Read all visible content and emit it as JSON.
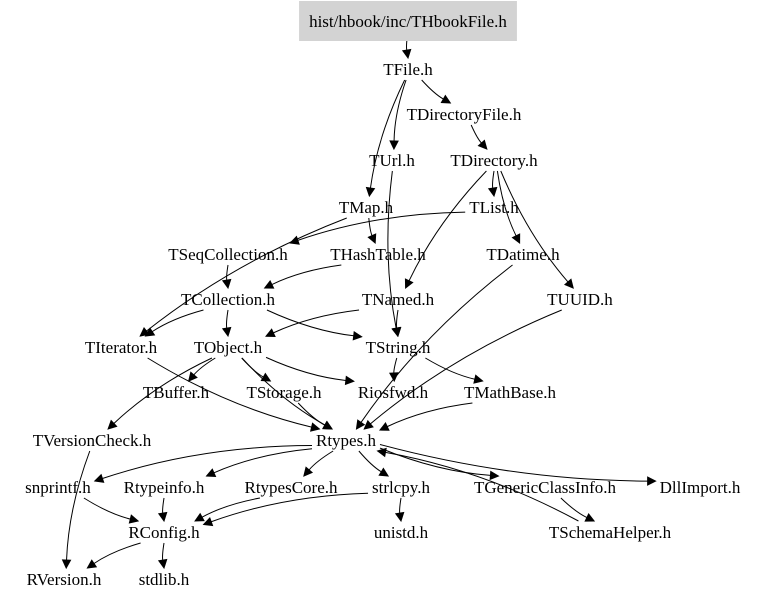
{
  "diagram": {
    "root_fill": "#d3d3d3",
    "node_text_color": "#000000",
    "edge_color": "#000000",
    "nodes": [
      {
        "id": "root",
        "label": "hist/hbook/inc/THbookFile.h",
        "highlight": true
      },
      {
        "id": "tfile",
        "label": "TFile.h"
      },
      {
        "id": "tdirectoryfile",
        "label": "TDirectoryFile.h"
      },
      {
        "id": "turl",
        "label": "TUrl.h"
      },
      {
        "id": "tdirectory",
        "label": "TDirectory.h"
      },
      {
        "id": "tmap",
        "label": "TMap.h"
      },
      {
        "id": "tlist",
        "label": "TList.h"
      },
      {
        "id": "tseqcollection",
        "label": "TSeqCollection.h"
      },
      {
        "id": "thashtable",
        "label": "THashTable.h"
      },
      {
        "id": "tdatime",
        "label": "TDatime.h"
      },
      {
        "id": "tcollection",
        "label": "TCollection.h"
      },
      {
        "id": "tnamed",
        "label": "TNamed.h"
      },
      {
        "id": "tuuid",
        "label": "TUUID.h"
      },
      {
        "id": "titerator",
        "label": "TIterator.h"
      },
      {
        "id": "tobject",
        "label": "TObject.h"
      },
      {
        "id": "tstring",
        "label": "TString.h"
      },
      {
        "id": "tbuffer",
        "label": "TBuffer.h"
      },
      {
        "id": "tstorage",
        "label": "TStorage.h"
      },
      {
        "id": "riosfwd",
        "label": "Riosfwd.h"
      },
      {
        "id": "tmathbase",
        "label": "TMathBase.h"
      },
      {
        "id": "tversioncheck",
        "label": "TVersionCheck.h"
      },
      {
        "id": "rtypes",
        "label": "Rtypes.h"
      },
      {
        "id": "snprintf",
        "label": "snprintf.h"
      },
      {
        "id": "rtypeinfo",
        "label": "Rtypeinfo.h"
      },
      {
        "id": "rtypescore",
        "label": "RtypesCore.h"
      },
      {
        "id": "strlcpy",
        "label": "strlcpy.h"
      },
      {
        "id": "tgenericclassinfo",
        "label": "TGenericClassInfo.h"
      },
      {
        "id": "dllimport",
        "label": "DllImport.h"
      },
      {
        "id": "rconfig",
        "label": "RConfig.h"
      },
      {
        "id": "unistd",
        "label": "unistd.h"
      },
      {
        "id": "tschemahelper",
        "label": "TSchemaHelper.h"
      },
      {
        "id": "rversion",
        "label": "RVersion.h"
      },
      {
        "id": "stdlib",
        "label": "stdlib.h"
      }
    ],
    "edges": [
      {
        "from": "root",
        "to": "tfile"
      },
      {
        "from": "tfile",
        "to": "tdirectoryfile"
      },
      {
        "from": "tfile",
        "to": "turl"
      },
      {
        "from": "tfile",
        "to": "tmap"
      },
      {
        "from": "tdirectoryfile",
        "to": "tdirectory"
      },
      {
        "from": "tdirectory",
        "to": "tlist"
      },
      {
        "from": "tdirectory",
        "to": "tdatime"
      },
      {
        "from": "tdirectory",
        "to": "tuuid"
      },
      {
        "from": "tdirectory",
        "to": "tnamed"
      },
      {
        "from": "turl",
        "to": "tstring"
      },
      {
        "from": "tmap",
        "to": "thashtable"
      },
      {
        "from": "tmap",
        "to": "titerator"
      },
      {
        "from": "tlist",
        "to": "tseqcollection"
      },
      {
        "from": "tseqcollection",
        "to": "tcollection"
      },
      {
        "from": "thashtable",
        "to": "tcollection"
      },
      {
        "from": "tcollection",
        "to": "titerator"
      },
      {
        "from": "tcollection",
        "to": "tobject"
      },
      {
        "from": "tcollection",
        "to": "tstring"
      },
      {
        "from": "tnamed",
        "to": "tobject"
      },
      {
        "from": "tnamed",
        "to": "tstring"
      },
      {
        "from": "tdatime",
        "to": "rtypes"
      },
      {
        "from": "tuuid",
        "to": "rtypes"
      },
      {
        "from": "titerator",
        "to": "rtypes"
      },
      {
        "from": "tobject",
        "to": "tbuffer"
      },
      {
        "from": "tobject",
        "to": "tstorage"
      },
      {
        "from": "tobject",
        "to": "riosfwd"
      },
      {
        "from": "tobject",
        "to": "tversioncheck"
      },
      {
        "from": "tobject",
        "to": "rtypes"
      },
      {
        "from": "tstring",
        "to": "riosfwd"
      },
      {
        "from": "tstring",
        "to": "tmathbase"
      },
      {
        "from": "tstorage",
        "to": "rtypes"
      },
      {
        "from": "tmathbase",
        "to": "rtypes"
      },
      {
        "from": "tversioncheck",
        "to": "rversion"
      },
      {
        "from": "rtypes",
        "to": "snprintf"
      },
      {
        "from": "rtypes",
        "to": "rtypeinfo"
      },
      {
        "from": "rtypes",
        "to": "rtypescore"
      },
      {
        "from": "rtypes",
        "to": "strlcpy"
      },
      {
        "from": "rtypes",
        "to": "tgenericclassinfo"
      },
      {
        "from": "rtypes",
        "to": "dllimport"
      },
      {
        "from": "snprintf",
        "to": "rconfig"
      },
      {
        "from": "rtypeinfo",
        "to": "rconfig"
      },
      {
        "from": "rtypescore",
        "to": "rconfig"
      },
      {
        "from": "strlcpy",
        "to": "rconfig"
      },
      {
        "from": "strlcpy",
        "to": "unistd"
      },
      {
        "from": "tgenericclassinfo",
        "to": "tschemahelper"
      },
      {
        "from": "tschemahelper",
        "to": "rtypes"
      },
      {
        "from": "rconfig",
        "to": "rversion"
      },
      {
        "from": "rconfig",
        "to": "stdlib"
      }
    ]
  }
}
